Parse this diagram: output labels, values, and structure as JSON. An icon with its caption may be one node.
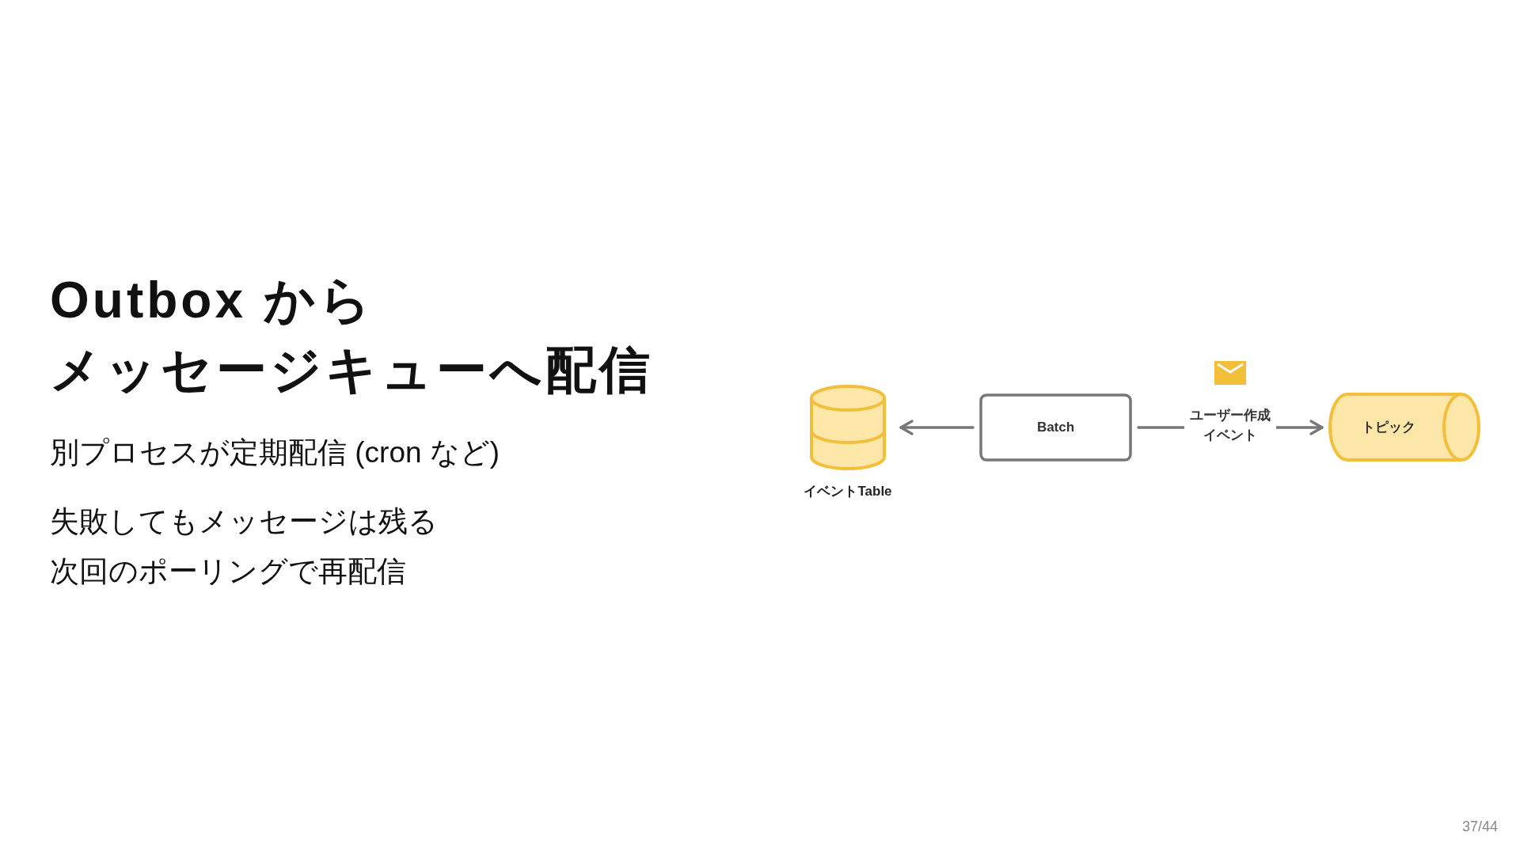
{
  "diagram": {
    "title": "Outbox からメッセージキューへ配信",
    "nodes": [
      {
        "text": [],
        "shape": "cylinder",
        "beside": [
          "イベントTable"
        ]
      },
      {
        "text": [
          "Batch"
        ]
      },
      {
        "text": [
          "トピック"
        ]
      }
    ],
    "edges": [
      {
        "from": 1,
        "to": 0,
        "arrow": "to"
      },
      {
        "from": 1,
        "to": 2,
        "arrow": "to",
        "label": "ユーザー作成イベント"
      }
    ],
    "labels": [
      "別プロセスが定期配信 (cron など)",
      "失敗してもメッセージは残る",
      "次回のポーリングで再配信",
      "37/44"
    ]
  }
}
